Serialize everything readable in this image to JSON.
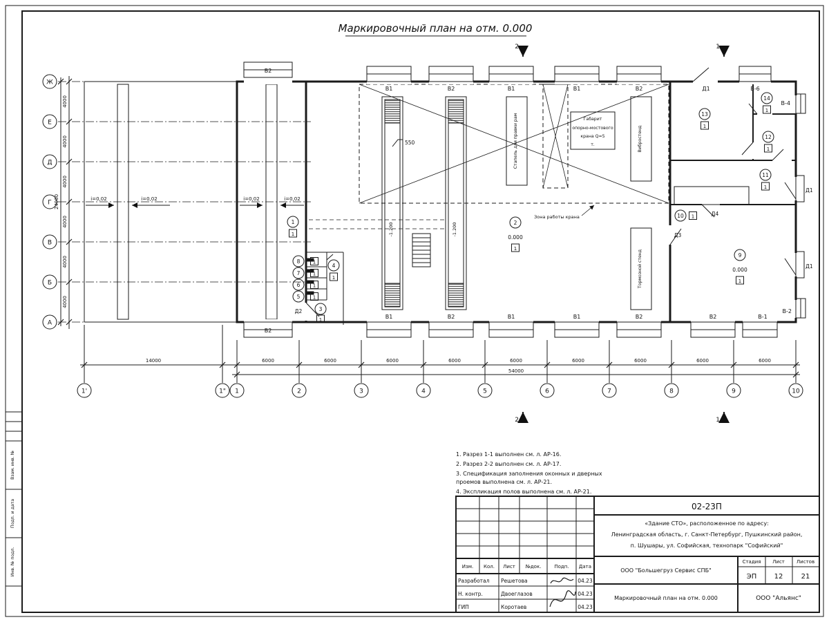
{
  "page": {
    "title": "Маркировочный план на отм. 0.000"
  },
  "axes": {
    "rows": [
      "Ж",
      "Е",
      "Д",
      "Г",
      "В",
      "Б",
      "А"
    ],
    "cols": [
      "1'",
      "1\"",
      "1",
      "2",
      "3",
      "4",
      "5",
      "6",
      "7",
      "8",
      "9",
      "10"
    ]
  },
  "dims": {
    "row": [
      "4000",
      "4000",
      "4000",
      "4000",
      "4000",
      "4000"
    ],
    "rowTotal": "24000",
    "colFirst": "14000",
    "col": [
      "6000",
      "6000",
      "6000",
      "6000",
      "6000",
      "6000",
      "6000",
      "6000",
      "6000"
    ],
    "colTotal": "54000",
    "d550": "550"
  },
  "slope": "i=0,02",
  "open": {
    "top": [
      "В2",
      "В1",
      "В2",
      "В1",
      "В1",
      "В2"
    ],
    "topDoor": "Д1",
    "topWin": "В-6",
    "right": [
      "В-4",
      "Д1",
      "Д1",
      "В-2",
      "В-1"
    ],
    "bottom": [
      "В2",
      "В1",
      "В2",
      "В1",
      "В1",
      "В2",
      "В2"
    ],
    "d2": "Д2",
    "d3": "Д3",
    "d4": "Д4"
  },
  "rooms": {
    "n": [
      "1",
      "2",
      "3",
      "4",
      "5",
      "6",
      "7",
      "8",
      "9",
      "10",
      "11",
      "12",
      "13",
      "14"
    ],
    "floor": "1",
    "lvl": "0.000"
  },
  "eq": {
    "stapel": "Стапель для правки рам",
    "vibro": "Вибростенд",
    "brake": "Тормозной стенд",
    "pit": "-1.200",
    "craneZone": "Зона работы крана",
    "crane": [
      "Габарит",
      "опорно-мостового",
      "крана Q=5",
      "т."
    ]
  },
  "sect": {
    "s1": "1",
    "s2": "2"
  },
  "notes": [
    "1. Разрез 1-1 выполнен см. л. АР-16.",
    "2. Разрез 2-2 выполнен см. л. АР-17.",
    "3. Спецификация заполнения оконных и дверных",
    "    проемов выполнена см. л. АР-21.",
    "4. Экспликация полов выполнена см. л. АР-21."
  ],
  "side": [
    "Взам. инв. №",
    "Подп. и дата",
    "Инв. № подл."
  ],
  "stamp": {
    "code": "02-23П",
    "obj": [
      "«Здание СТО», расположенное по адресу:",
      "Ленинградская область, г. Санкт-Петербург, Пушкинский район,",
      "п. Шушары, ул. Софийская, технопарк \"Софийский\""
    ],
    "cols": [
      "Изм.",
      "Кол.",
      "Лист",
      "№док.",
      "Подп.",
      "Дата"
    ],
    "rows": [
      {
        "role": "Разработал",
        "name": "Решетова",
        "date": "04.23"
      },
      {
        "role": "Н. контр.",
        "name": "Двоеглазов",
        "date": "04.23"
      },
      {
        "role": "ГИП",
        "name": "Коротаев",
        "date": "04.23"
      }
    ],
    "org": "ООО \"Большегруз Сервис СПБ\"",
    "stageL": "Стадия",
    "listL": "Лист",
    "listovL": "Листов",
    "stage": "ЭП",
    "list": "12",
    "listov": "21",
    "name": "Маркировочный план на отм. 0.000",
    "company": "ООО \"Альянс\""
  }
}
